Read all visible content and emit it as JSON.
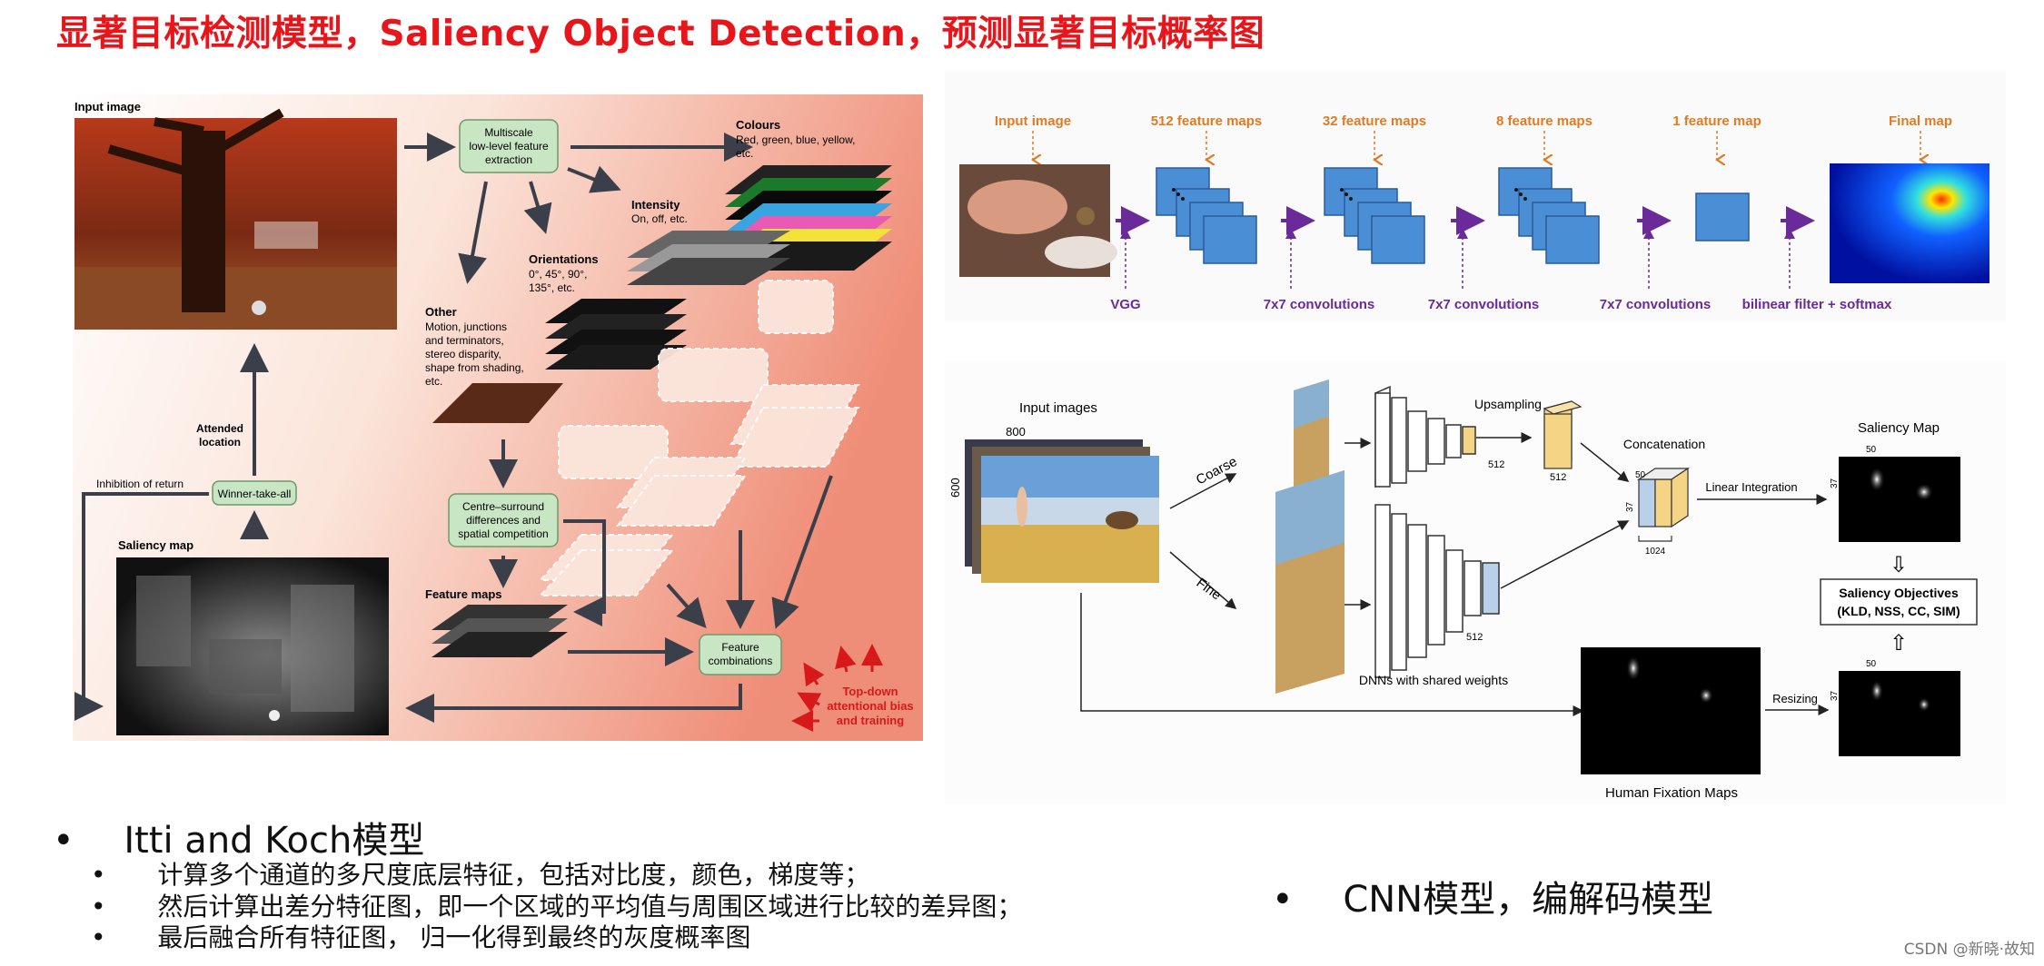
{
  "title": "显著目标检测模型，Saliency Object Detection，预测显著目标概率图",
  "left_diagram": {
    "input_image": "Input image",
    "multiscale": [
      "Multiscale",
      "low-level feature",
      "extraction"
    ],
    "colours_title": "Colours",
    "colours_desc": [
      "Red, green, blue, yellow,",
      "etc."
    ],
    "intensity_title": "Intensity",
    "intensity_desc": "On, off, etc.",
    "orientations_title": "Orientations",
    "orientations_desc": [
      "0°, 45°, 90°,",
      "135°, etc."
    ],
    "other_title": "Other",
    "other_desc": [
      "Motion, junctions",
      "and terminators,",
      "stereo disparity,",
      "shape from shading,",
      "etc."
    ],
    "attended": [
      "Attended",
      "location"
    ],
    "inhibition": "Inhibition of return",
    "wta": "Winner-take-all",
    "saliency_map": "Saliency map",
    "centre_surround": [
      "Centre–surround",
      "differences and",
      "spatial competition"
    ],
    "feature_maps": "Feature maps",
    "feature_combinations": [
      "Feature",
      "combinations"
    ],
    "top_down": [
      "Top-down",
      "attentional bias",
      "and training"
    ]
  },
  "top_right": {
    "labels": [
      "Input image",
      "512 feature maps",
      "32 feature maps",
      "8 feature maps",
      "1 feature map",
      "Final map"
    ],
    "bottom_labels": [
      "VGG",
      "7x7 convolutions",
      "7x7 convolutions",
      "7x7 convolutions",
      "bilinear filter + softmax"
    ]
  },
  "bottom_right": {
    "input_images": "Input images",
    "dim_w": "800",
    "dim_h": "600",
    "coarse": "Coarse",
    "fine": "Fine",
    "upsampling": "Upsampling",
    "n512a": "512",
    "n512b": "512",
    "n512c": "512",
    "concatenation": "Concatenation",
    "n50a": "50",
    "n37a": "37",
    "n1024": "1024",
    "linear_integration": "Linear Integration",
    "saliency_map": "Saliency Map",
    "n50b": "50",
    "n37b": "37",
    "objectives": [
      "Saliency Objectives",
      "(KLD, NSS, CC, SIM)"
    ],
    "dnns": "DNNs with shared weights",
    "resizing": "Resizing",
    "n50c": "50",
    "n37c": "37",
    "human_fixation": "Human Fixation Maps"
  },
  "bullets": {
    "main": "Itti and Koch模型",
    "subs": [
      "计算多个通道的多尺度底层特征，包括对比度，颜色，梯度等；",
      "然后计算出差分特征图，即一个区域的平均值与周围区域进行比较的差异图；",
      "最后融合所有特征图， 归一化得到最终的灰度概率图"
    ],
    "cnn": "CNN模型，编解码模型"
  },
  "credit": "CSDN @新晓·故知",
  "colors": {
    "title": "#e8151b",
    "orange": "#e07b22",
    "purple": "#6a2a9a",
    "blue_box": "#4a8fd6",
    "green_box": "#c9e6c4"
  }
}
